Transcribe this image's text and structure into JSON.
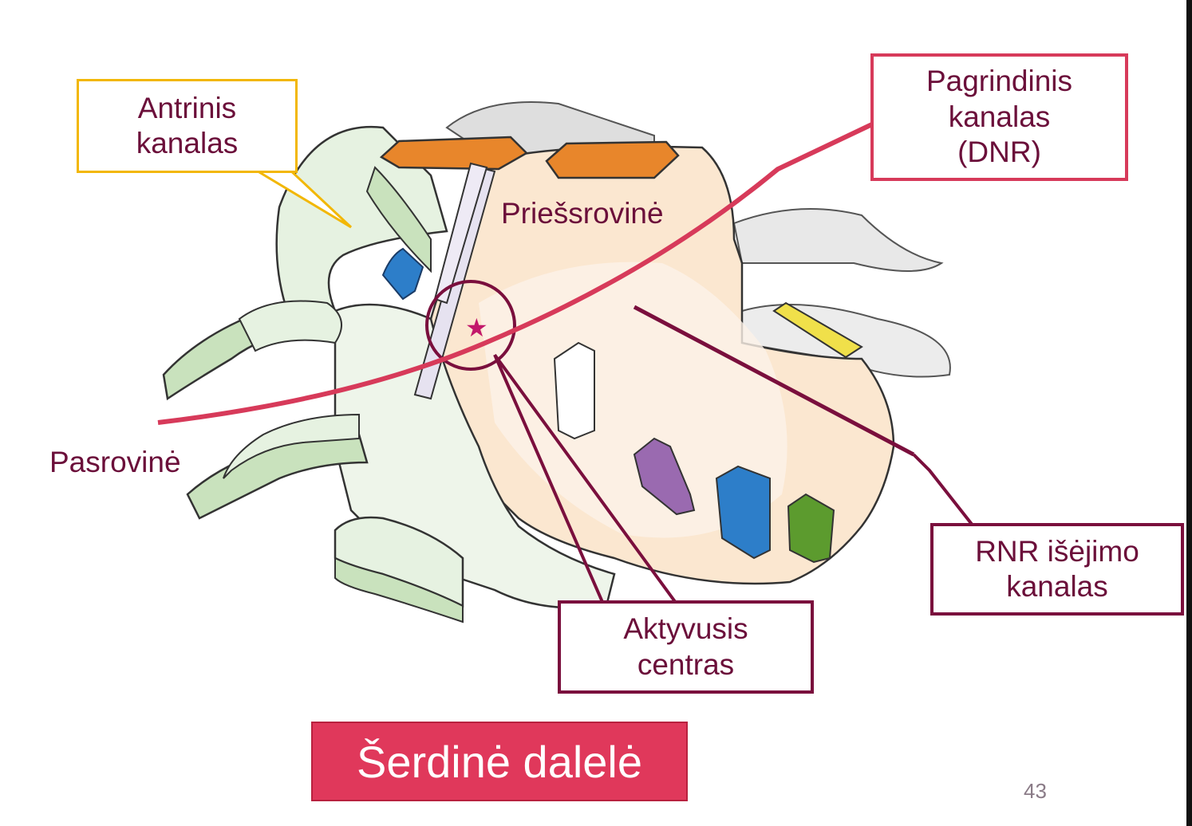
{
  "labels": {
    "antrinis": "Antrinis\nkanalas",
    "pagrindinis": "Pagrindinis\nkanalas\n(DNR)",
    "priessrovine": "Priešsrovinė",
    "pasrovine": "Pasrovinė",
    "rnr": "RNR išėjimo\nkanalas",
    "aktyvusis": "Aktyvusis\ncentras"
  },
  "title": "Šerdinė dalelė",
  "page_number": "43",
  "colors": {
    "accent_red": "#e0385b",
    "dark_maroon": "#7a0f3d",
    "yellow_border": "#f2b705",
    "dna_line": "#d73a5a"
  }
}
